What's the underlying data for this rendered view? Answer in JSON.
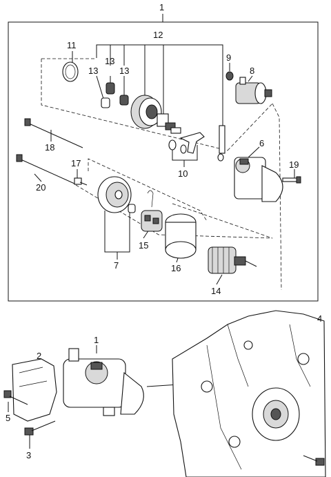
{
  "callouts": {
    "c1_top": "1",
    "c12": "12",
    "c11": "11",
    "c13a": "13",
    "c13b": "13",
    "c13c": "13",
    "c9": "9",
    "c8": "8",
    "c18": "18",
    "c10": "10",
    "c6": "6",
    "c17": "17",
    "c19": "19",
    "c20": "20",
    "c15": "15",
    "c7": "7",
    "c16": "16",
    "c14": "14",
    "c1_bottom": "1",
    "c2": "2",
    "c4": "4",
    "c5": "5",
    "c3": "3"
  }
}
